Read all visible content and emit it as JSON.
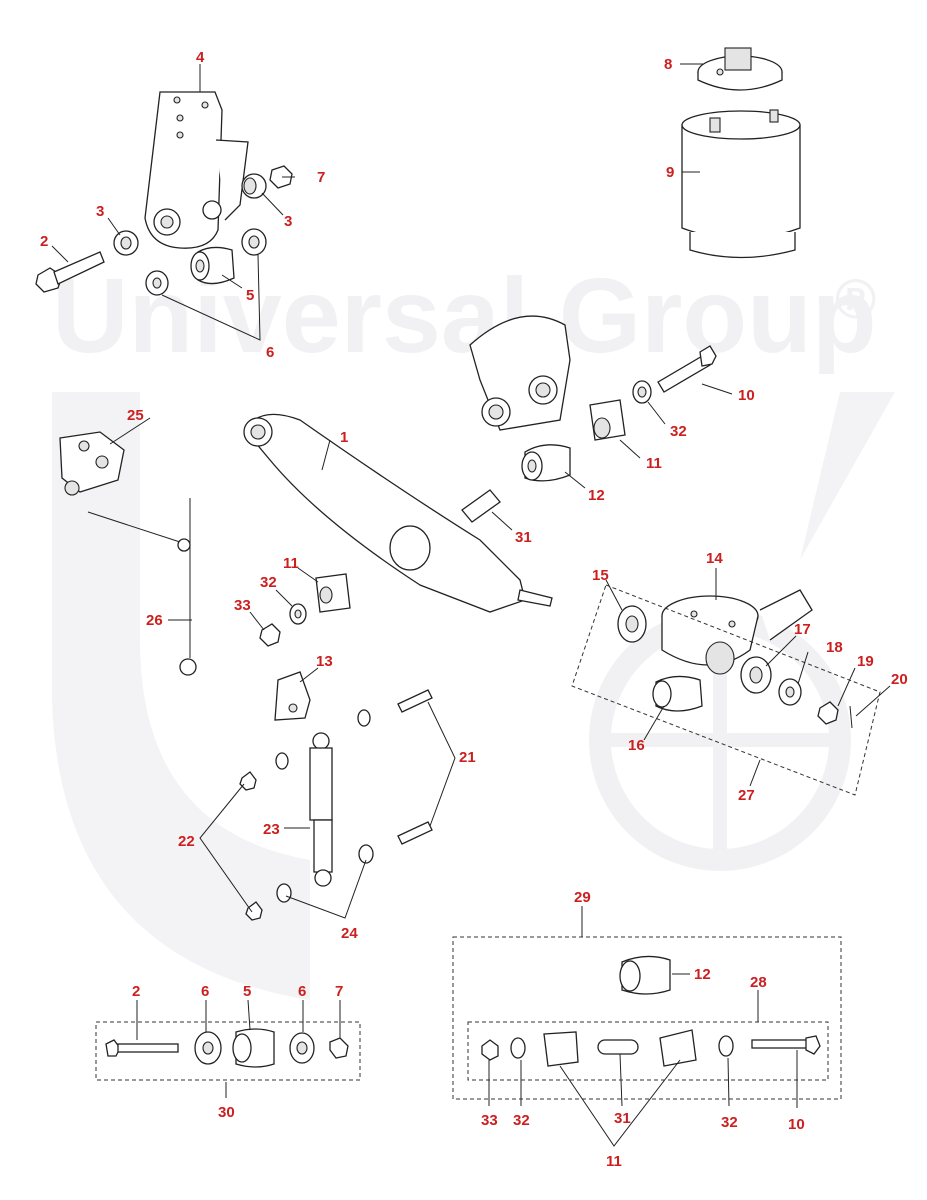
{
  "watermark": {
    "text": "Universal Group",
    "mark": "®"
  },
  "callouts": [
    {
      "id": "c1",
      "text": "1"
    },
    {
      "id": "c2a",
      "text": "2"
    },
    {
      "id": "c3a",
      "text": "3"
    },
    {
      "id": "c3b",
      "text": "3"
    },
    {
      "id": "c4",
      "text": "4"
    },
    {
      "id": "c5a",
      "text": "5"
    },
    {
      "id": "c6a",
      "text": "6"
    },
    {
      "id": "c7a",
      "text": "7"
    },
    {
      "id": "c8",
      "text": "8"
    },
    {
      "id": "c9",
      "text": "9"
    },
    {
      "id": "c10a",
      "text": "10"
    },
    {
      "id": "c11a",
      "text": "11"
    },
    {
      "id": "c11b",
      "text": "11"
    },
    {
      "id": "c12a",
      "text": "12"
    },
    {
      "id": "c13",
      "text": "13"
    },
    {
      "id": "c14",
      "text": "14"
    },
    {
      "id": "c15",
      "text": "15"
    },
    {
      "id": "c16",
      "text": "16"
    },
    {
      "id": "c17",
      "text": "17"
    },
    {
      "id": "c18",
      "text": "18"
    },
    {
      "id": "c19",
      "text": "19"
    },
    {
      "id": "c20",
      "text": "20"
    },
    {
      "id": "c21",
      "text": "21"
    },
    {
      "id": "c22",
      "text": "22"
    },
    {
      "id": "c23",
      "text": "23"
    },
    {
      "id": "c24",
      "text": "24"
    },
    {
      "id": "c25",
      "text": "25"
    },
    {
      "id": "c26",
      "text": "26"
    },
    {
      "id": "c27",
      "text": "27"
    },
    {
      "id": "c31a",
      "text": "31"
    },
    {
      "id": "c32a",
      "text": "32"
    },
    {
      "id": "c32b",
      "text": "32"
    },
    {
      "id": "c33a",
      "text": "33"
    },
    {
      "id": "c2b",
      "text": "2"
    },
    {
      "id": "c6b",
      "text": "6"
    },
    {
      "id": "c5b",
      "text": "5"
    },
    {
      "id": "c6c",
      "text": "6"
    },
    {
      "id": "c7b",
      "text": "7"
    },
    {
      "id": "c30",
      "text": "30"
    },
    {
      "id": "c29",
      "text": "29"
    },
    {
      "id": "c12b",
      "text": "12"
    },
    {
      "id": "c28",
      "text": "28"
    },
    {
      "id": "c33b",
      "text": "33"
    },
    {
      "id": "c32c",
      "text": "32"
    },
    {
      "id": "c31b",
      "text": "31"
    },
    {
      "id": "c32d",
      "text": "32"
    },
    {
      "id": "c10b",
      "text": "10"
    },
    {
      "id": "c11c",
      "text": "11"
    }
  ],
  "colors": {
    "callout": "#cc1f1f",
    "watermark": "#f1f1f3",
    "line": "#222222"
  }
}
